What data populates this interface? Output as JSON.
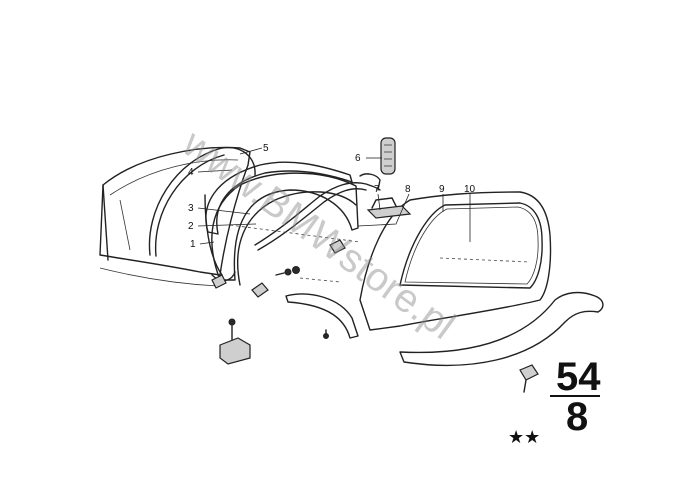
{
  "diagram": {
    "callouts": [
      {
        "id": "1",
        "label": "1"
      },
      {
        "id": "2",
        "label": "2"
      },
      {
        "id": "3",
        "label": "3"
      },
      {
        "id": "4",
        "label": "4"
      },
      {
        "id": "5",
        "label": "5"
      },
      {
        "id": "6",
        "label": "6"
      },
      {
        "id": "7",
        "label": "7"
      },
      {
        "id": "8",
        "label": "8"
      },
      {
        "id": "9",
        "label": "9"
      },
      {
        "id": "10",
        "label": "10"
      }
    ],
    "group_number_top": "54",
    "group_number_bottom": "8",
    "stars": "★★",
    "watermark": "www.BMWstore.pl"
  }
}
